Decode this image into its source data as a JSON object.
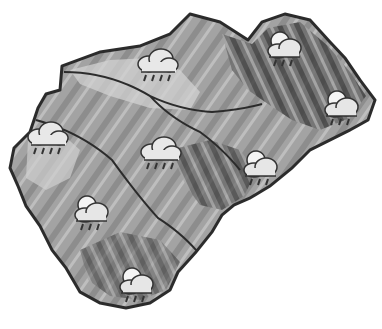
{
  "map": {
    "land_color": "#a9a9a9",
    "land_dark_color": "#3d3d3d",
    "land_light_color": "#d6d6d6",
    "outline_color": "#2b2b2b",
    "background_color": "#ffffff"
  },
  "forecast_markers": [
    {
      "id": "north-center",
      "condition": "cloud-rain-icon"
    },
    {
      "id": "northeast",
      "condition": "sun-cloud-rain-icon"
    },
    {
      "id": "east-coast",
      "condition": "sun-cloud-rain-icon"
    },
    {
      "id": "west",
      "condition": "cloud-rain-icon"
    },
    {
      "id": "center",
      "condition": "cloud-rain-icon"
    },
    {
      "id": "east-center",
      "condition": "sun-cloud-rain-icon"
    },
    {
      "id": "southwest",
      "condition": "sun-cloud-rain-icon"
    },
    {
      "id": "south",
      "condition": "sun-cloud-rain-icon"
    }
  ]
}
